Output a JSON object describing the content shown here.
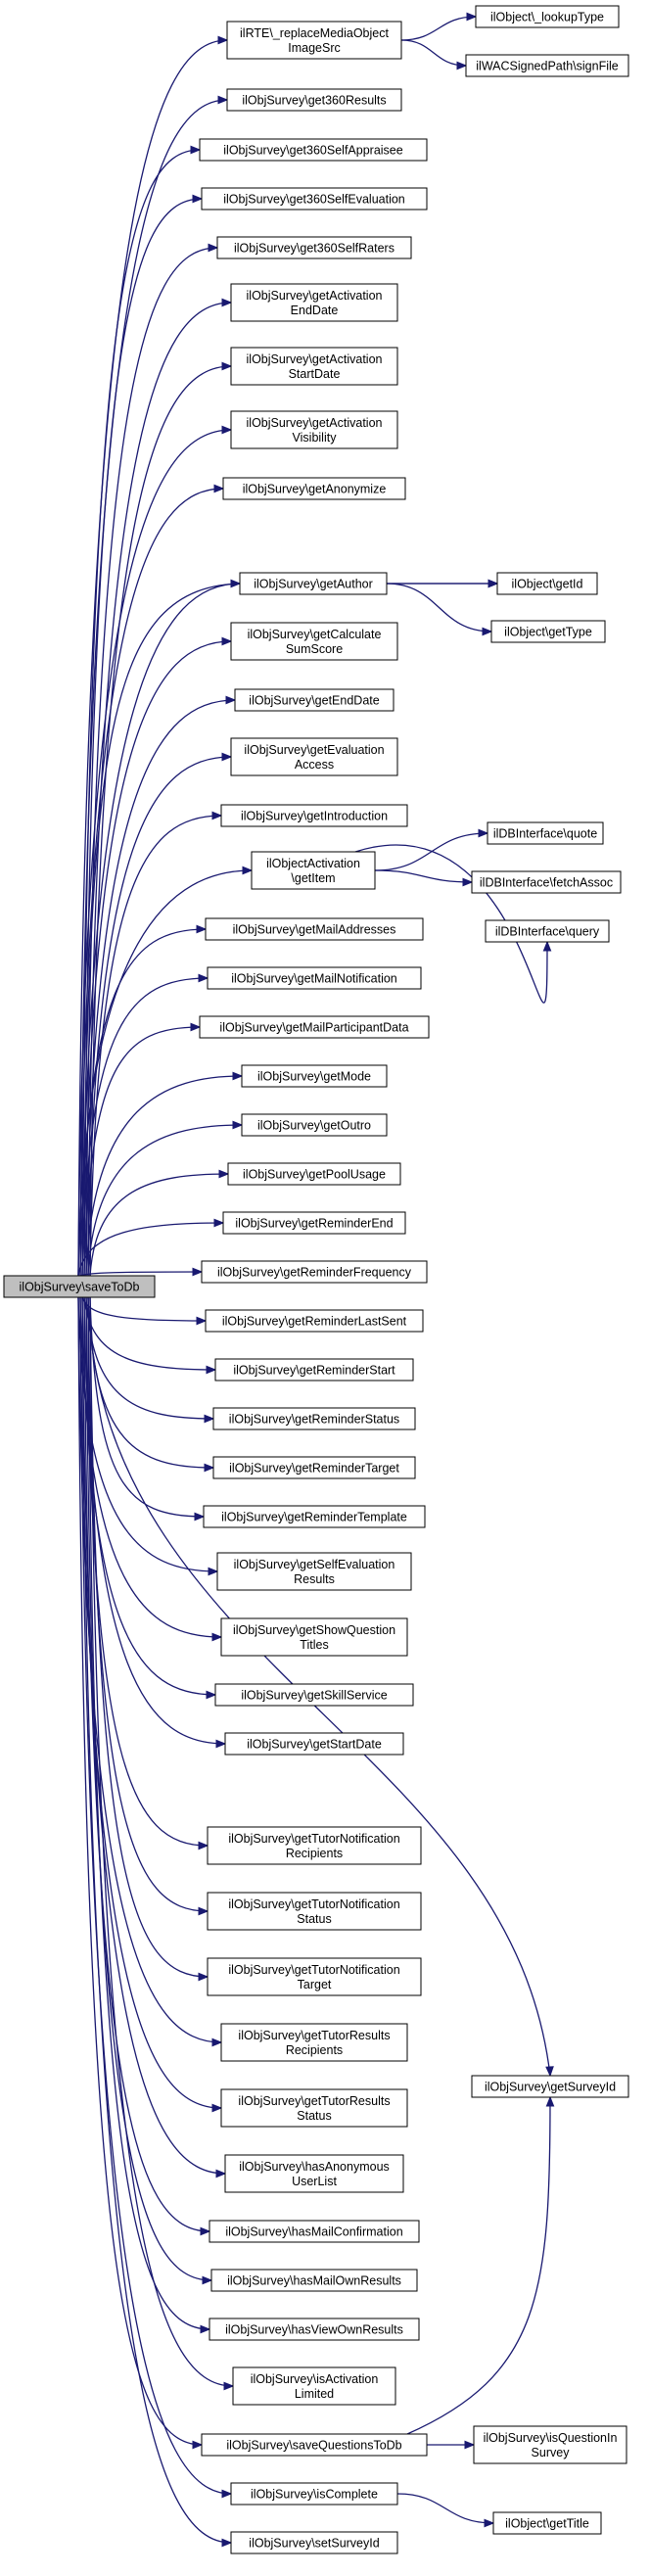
{
  "root": {
    "label": "ilObjSurvey\\saveToDb"
  },
  "callees": [
    [
      "ilRTE\\_replaceMediaObject",
      "ImageSrc"
    ],
    [
      "ilObjSurvey\\get360Results"
    ],
    [
      "ilObjSurvey\\get360SelfAppraisee"
    ],
    [
      "ilObjSurvey\\get360SelfEvaluation"
    ],
    [
      "ilObjSurvey\\get360SelfRaters"
    ],
    [
      "ilObjSurvey\\getActivation",
      "EndDate"
    ],
    [
      "ilObjSurvey\\getActivation",
      "StartDate"
    ],
    [
      "ilObjSurvey\\getActivation",
      "Visibility"
    ],
    [
      "ilObjSurvey\\getAnonymize"
    ],
    [
      "ilObjSurvey\\getAuthor"
    ],
    [
      "ilObjSurvey\\getCalculate",
      "SumScore"
    ],
    [
      "ilObjSurvey\\getEndDate"
    ],
    [
      "ilObjSurvey\\getEvaluation",
      "Access"
    ],
    [
      "ilObjSurvey\\getIntroduction"
    ],
    [
      "ilObjectActivation",
      "\\getItem"
    ],
    [
      "ilObjSurvey\\getMailAddresses"
    ],
    [
      "ilObjSurvey\\getMailNotification"
    ],
    [
      "ilObjSurvey\\getMailParticipantData"
    ],
    [
      "ilObjSurvey\\getMode"
    ],
    [
      "ilObjSurvey\\getOutro"
    ],
    [
      "ilObjSurvey\\getPoolUsage"
    ],
    [
      "ilObjSurvey\\getReminderEnd"
    ],
    [
      "ilObjSurvey\\getReminderFrequency"
    ],
    [
      "ilObjSurvey\\getReminderLastSent"
    ],
    [
      "ilObjSurvey\\getReminderStart"
    ],
    [
      "ilObjSurvey\\getReminderStatus"
    ],
    [
      "ilObjSurvey\\getReminderTarget"
    ],
    [
      "ilObjSurvey\\getReminderTemplate"
    ],
    [
      "ilObjSurvey\\getSelfEvaluation",
      "Results"
    ],
    [
      "ilObjSurvey\\getShowQuestion",
      "Titles"
    ],
    [
      "ilObjSurvey\\getSkillService"
    ],
    [
      "ilObjSurvey\\getStartDate"
    ],
    [
      "ilObjSurvey\\getTutorNotification",
      "Recipients"
    ],
    [
      "ilObjSurvey\\getTutorNotification",
      "Status"
    ],
    [
      "ilObjSurvey\\getTutorNotification",
      "Target"
    ],
    [
      "ilObjSurvey\\getTutorResults",
      "Recipients"
    ],
    [
      "ilObjSurvey\\getTutorResults",
      "Status"
    ],
    [
      "ilObjSurvey\\hasAnonymous",
      "UserList"
    ],
    [
      "ilObjSurvey\\hasMailConfirmation"
    ],
    [
      "ilObjSurvey\\hasMailOwnResults"
    ],
    [
      "ilObjSurvey\\hasViewOwnResults"
    ],
    [
      "ilObjSurvey\\isActivation",
      "Limited"
    ],
    [
      "ilObjSurvey\\saveQuestionsToDb"
    ],
    [
      "ilObjSurvey\\isComplete"
    ],
    [
      "ilObjSurvey\\setSurveyId"
    ]
  ],
  "leaves": [
    [
      "ilObject\\_lookupType"
    ],
    [
      "ilWACSignedPath\\signFile"
    ],
    [
      "ilObject\\getId"
    ],
    [
      "ilObject\\getType"
    ],
    [
      "ilDBInterface\\quote"
    ],
    [
      "ilDBInterface\\fetchAssoc"
    ],
    [
      "ilDBInterface\\query"
    ],
    [
      "ilObjSurvey\\getSurveyId"
    ],
    [
      "ilObjSurvey\\isQuestionIn",
      "Survey"
    ],
    [
      "ilObject\\getTitle"
    ]
  ],
  "edges_from_callees": [
    [
      "ilRTE\\_replaceMediaObject",
      "ilObject\\_lookupType"
    ],
    [
      "ilRTE\\_replaceMediaObject",
      "ilWACSignedPath\\signFile"
    ],
    [
      "ilObjSurvey\\getAuthor",
      "ilObject\\getId"
    ],
    [
      "ilObjSurvey\\getAuthor",
      "ilObject\\getType"
    ],
    [
      "ilObjectActivation",
      "ilDBInterface\\quote"
    ],
    [
      "ilObjectActivation",
      "ilDBInterface\\fetchAssoc"
    ],
    [
      "ilObjectActivation",
      "ilDBInterface\\query"
    ],
    [
      "ilObjSurvey\\saveQuestionsToDb",
      "ilObjSurvey\\getSurveyId"
    ],
    [
      "ilObjSurvey\\saveQuestionsToDb",
      "ilObjSurvey\\isQuestionIn"
    ],
    [
      "ilObjSurvey\\isComplete",
      "ilObject\\getTitle"
    ]
  ],
  "extra_edges_from_root": [
    "ilObject\\getId",
    "ilObjSurvey\\getSurveyId"
  ]
}
